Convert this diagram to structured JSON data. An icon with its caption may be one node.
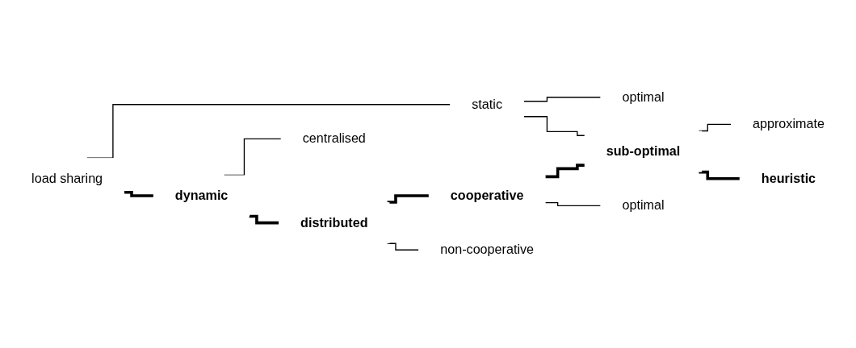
{
  "diagram": {
    "nodes": [
      {
        "text": [
          "optimal"
        ]
      },
      {
        "text": [
          "static"
        ]
      },
      {
        "text": [
          "approximate"
        ]
      },
      {
        "text": [
          "load sharing"
        ]
      },
      {
        "text": [
          "centralised"
        ]
      },
      {
        "text": [
          "sub-optimal"
        ]
      },
      {
        "text": [
          "dynamic"
        ]
      },
      {
        "text": [
          "cooperative"
        ]
      },
      {
        "text": [
          "heuristic"
        ]
      },
      {
        "text": [
          "optimal"
        ]
      },
      {
        "text": [
          "distributed"
        ]
      },
      {
        "text": [
          "non-cooperative"
        ]
      }
    ],
    "edges": [
      {
        "from": 3,
        "to": 1,
        "arrow": "none"
      },
      {
        "from": 3,
        "to": 6,
        "arrow": "none",
        "style": "thick"
      },
      {
        "from": 1,
        "to": 0,
        "arrow": "none"
      },
      {
        "from": 1,
        "to": 5,
        "arrow": "none"
      },
      {
        "from": 6,
        "to": 4,
        "arrow": "none"
      },
      {
        "from": 6,
        "to": 10,
        "arrow": "none",
        "style": "thick"
      },
      {
        "from": 10,
        "to": 7,
        "arrow": "none",
        "style": "thick"
      },
      {
        "from": 10,
        "to": 11,
        "arrow": "none"
      },
      {
        "from": 7,
        "to": 5,
        "arrow": "none",
        "style": "thick"
      },
      {
        "from": 7,
        "to": 9,
        "arrow": "none"
      },
      {
        "from": 5,
        "to": 2,
        "arrow": "none"
      },
      {
        "from": 5,
        "to": 8,
        "arrow": "none",
        "style": "thick"
      }
    ]
  }
}
